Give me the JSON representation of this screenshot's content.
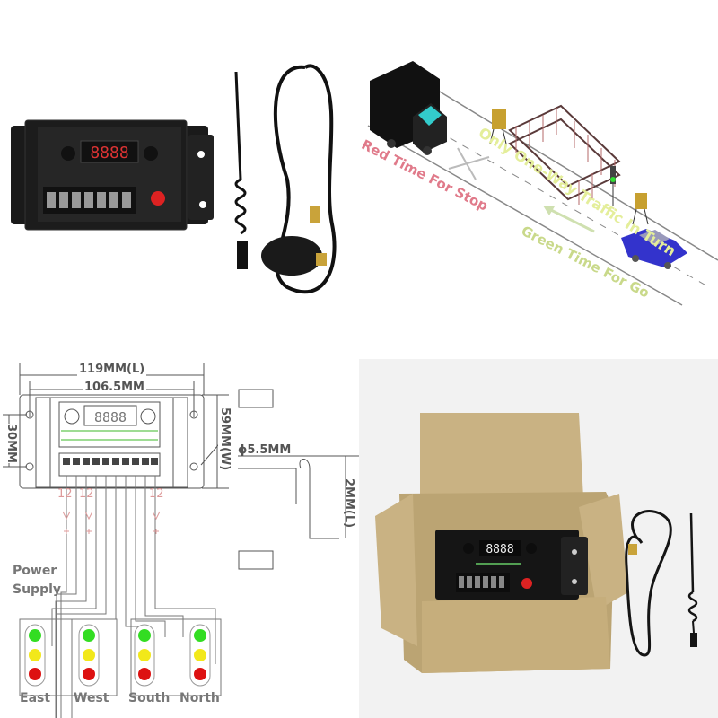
{
  "panels": {
    "product_photo": {
      "controller_display": "8888",
      "items": [
        "controller-unit",
        "spring-antenna",
        "magnetic-base-antenna"
      ]
    },
    "scenario": {
      "caption_top": "Only One-Way Traffic In Turn",
      "caption_red": "Red Time For Stop",
      "caption_green": "Green Time For Go",
      "colors": {
        "red_caption": "#e07a8a",
        "green_caption": "#c9d98a",
        "top_caption": "#e4ee9a",
        "car": "#3333cc",
        "truck": "#111111",
        "truck_window": "#33cccc"
      }
    },
    "diagram": {
      "length_label": "119MM(L)",
      "inner_length_label": "106.5MM",
      "height_label": "30MM",
      "width_label": "59MM(W)",
      "hole_label": "ϕ5.5MM",
      "bracket_label": "2MM(L)",
      "voltage_labels": [
        "12",
        "12",
        "12"
      ],
      "power_label_line1": "Power",
      "power_label_line2": "Supply",
      "directions": [
        "East",
        "West",
        "South",
        "North"
      ],
      "light_colors": {
        "green": "#33dd22",
        "yellow": "#f2e81a",
        "red": "#dd1111"
      }
    },
    "package_photo": {
      "controller_display": "8888",
      "box_color": "#c9b283"
    }
  }
}
